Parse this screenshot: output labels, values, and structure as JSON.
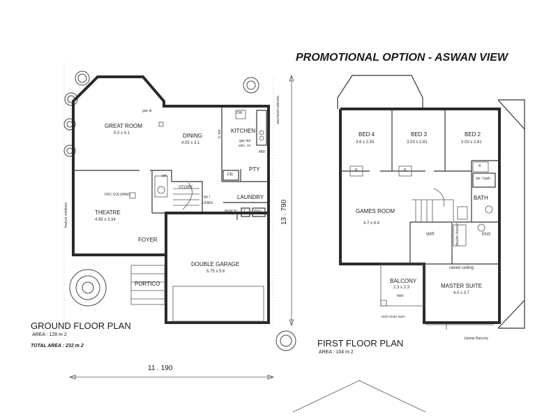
{
  "title": "PROMOTIONAL OPTION - ASWAN VIEW",
  "ground": {
    "plan_label": "GROUND FLOOR PLAN",
    "area": "AREA : 128  m 2",
    "total_area": "TOTAL AREA : 232  m 2",
    "width_dim": "11 . 190",
    "depth_dim": "13 . 790",
    "rooms": {
      "great_room": "GREAT ROOM",
      "great_room_size": "5.0 x 4.1",
      "dining": "DINING",
      "dining_size": "4.05 x 3.1",
      "kitchen": "KITCHEN",
      "theatre": "THEATRE",
      "theatre_size": "4.95 x 3.34",
      "foyer": "FOYER",
      "portico": "PORTICO",
      "garage": "DOUBLE GARAGE",
      "garage_size": "5.75 x 5.6",
      "laundry": "LAUNDRY",
      "store": "STORE",
      "wil": "W/ I",
      "linen": "LINEN",
      "pty": "PTY",
      "fr": "FR",
      "bench": "BENCH",
      "t": "T",
      "wm": "W/m",
      "pdr": "pdr",
      "gas_pt": "gas pt",
      "frc_columns": "FRC COLUMNS",
      "feature_windows": "feature windows",
      "overhead_cabinets": "overhead cabinets",
      "b_bar": "b. bar",
      "dw": "DW",
      "mw": "MW",
      "gas_hp": "gas hp/",
      "elec_ov": "elec. ov"
    }
  },
  "first": {
    "plan_label": "FIRST FLOOR PLAN",
    "area": "AREA : 104  m 2",
    "rooms": {
      "bed4": "BED 4",
      "bed4_size": "3.6 x 2.83",
      "bed3": "BED 3",
      "bed3_size": "3.03 x 2.81",
      "bed2": "BED 2",
      "bed2_size": "3.03 x 2.81",
      "games": "GAMES ROOM",
      "games_size": "4.7 x 4.4",
      "bath": "BATH",
      "shr_bath": "shr / bath",
      "wir": "WIR",
      "ens": "ENS",
      "double_shower": "double shower",
      "balcony": "BALCONY",
      "balcony_size": "2.3 x 2.3",
      "tiled": "tiled",
      "roof_cover": "roof cover over",
      "master": "MASTER SUITE",
      "master_size": "4.0 x 3.7",
      "raised_ceiling": "raised ceiling",
      "juliette": "Juliette Balcony",
      "r": "R"
    }
  }
}
